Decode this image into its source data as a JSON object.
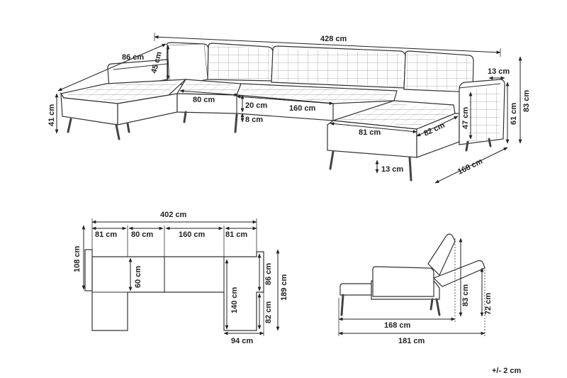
{
  "top_view_labels": {
    "overall_width": "428 cm",
    "chaise_depth": "86 cm",
    "backrest_height": "45 cm",
    "seat_height": "41 cm",
    "seat_width_left": "80 cm",
    "cushion_thickness": "20 cm",
    "middle_width": "160 cm",
    "gap": "8 cm",
    "chaise_seat_width": "81 cm",
    "chaise_width": "82 cm",
    "armrest_width": "13 cm",
    "arm_height": "47 cm",
    "back_height": "61 cm",
    "total_height": "83 cm",
    "total_depth": "168 cm",
    "leg_height": "13 cm"
  },
  "plan_view_labels": {
    "overall_width": "402 cm",
    "segment_1": "81 cm",
    "segment_2": "80 cm",
    "segment_3": "160 cm",
    "segment_4": "81 cm",
    "left_depth": "108 cm",
    "seat_depth": "60 cm",
    "chaise_length": "140 cm",
    "right_upper": "86 cm",
    "right_lower": "82 cm",
    "right_total": "189 cm",
    "chaise_width": "94 cm"
  },
  "side_view_labels": {
    "bed_height": "83 cm",
    "back_height": "72 cm",
    "seat_depth": "168 cm",
    "bed_length": "181 cm"
  },
  "tolerance": "+/- 2 cm"
}
